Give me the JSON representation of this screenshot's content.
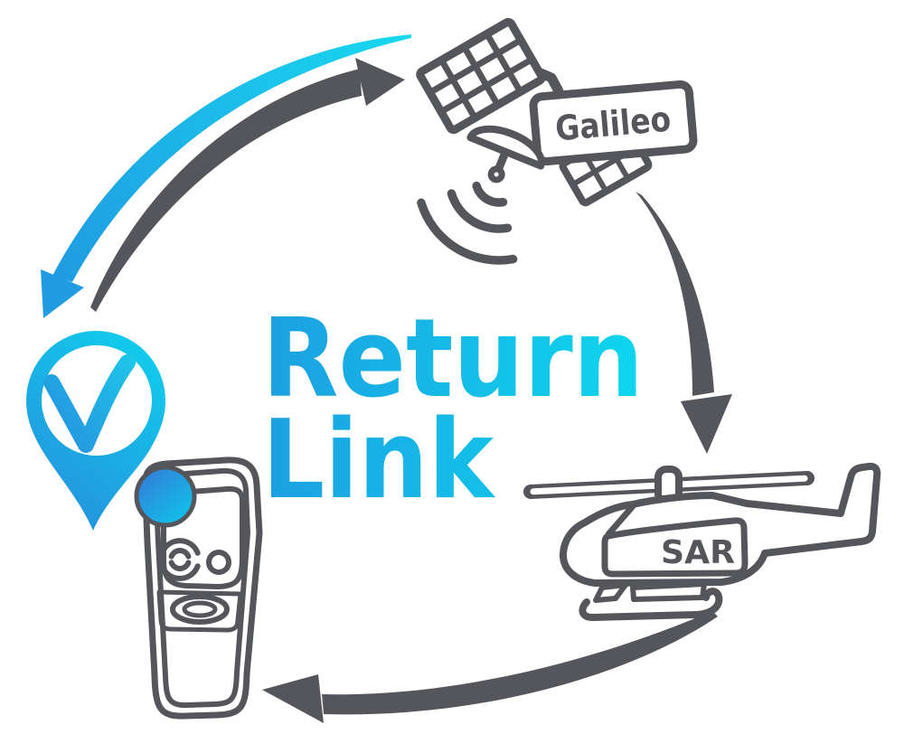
{
  "heading": {
    "line1": "Return",
    "line2": "Link"
  },
  "labels": {
    "satellite": "Galileo",
    "helicopter": "SAR"
  },
  "colors": {
    "outline": "#54565C",
    "heading_blue": "#1C9FE1",
    "heading_cyan": "#0DD9EE",
    "arrow_blue": "#1F9CE2",
    "arrow_cyan": "#18D8EF",
    "pin_blue": "#2492DE",
    "pin_cyan": "#10CFEC",
    "check_blue": "#2496DF",
    "check_cyan": "#1FC4E9",
    "dot_blue": "#3181DB",
    "dot_cyan": "#0FC3E9",
    "background": "#FFFFFF"
  },
  "icons": [
    "galileo-satellite-icon",
    "signal-waves-icon",
    "sar-helicopter-icon",
    "distress-beacon-icon",
    "location-pin-check-icon",
    "checkmark-icon",
    "acknowledgement-dot",
    "uplink-arrow",
    "return-link-arrow",
    "downlink-arrow",
    "rescue-arrow"
  ]
}
